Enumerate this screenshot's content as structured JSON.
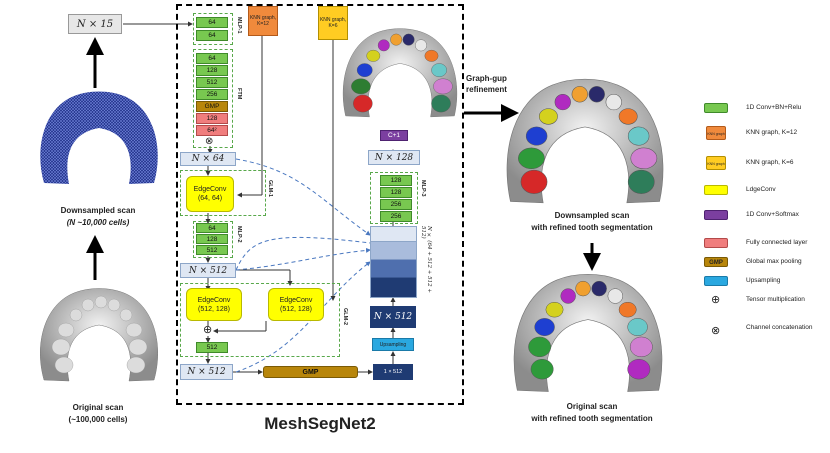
{
  "title": "MeshSegNet2",
  "left": {
    "top_tag": "N × 15",
    "downsampled_caption_1": "Downsampled scan",
    "downsampled_caption_2": "(N ~10,000 cells)",
    "original_caption_1": "Original scan",
    "original_caption_2": "(~100,000 cells)"
  },
  "right": {
    "arrow_label_1": "Graph-gup",
    "arrow_label_2": "refinement",
    "refined_caption_1": "Downsampled scan",
    "refined_caption_2": "with refined tooth segmentation",
    "original_caption_1": "Original scan",
    "original_caption_2": "with refined tooth segmentation"
  },
  "network": {
    "mlp1": {
      "label": "MLP-1",
      "layers": [
        "64",
        "64"
      ]
    },
    "ftm": {
      "label": "FTM",
      "layers": [
        "64",
        "128",
        "512",
        "256"
      ],
      "gmp": "GMP",
      "fc": [
        "128",
        "64²"
      ]
    },
    "knn12": "KNN graph, K=12",
    "knn6": "KNN graph, K=6",
    "tag_n64": "N × 64",
    "glm1": {
      "label": "GLM-1",
      "edgeconv": "EdgeConv",
      "dims": "(64, 64)"
    },
    "mlp2": {
      "label": "MLP-2",
      "layers": [
        "64",
        "128",
        "512"
      ]
    },
    "tag_n512_a": "N × 512",
    "glm2": {
      "label": "GLM-2",
      "edgeconv_a": "EdgeConv",
      "dims_a": "(512, 128)",
      "edgeconv_b": "EdgeConv",
      "dims_b": "(512, 128)",
      "out": "512"
    },
    "tag_n512_b": "N × 512",
    "gmp_bar": "GMP",
    "vec": "1 × 512",
    "upsampling": "Upsampling",
    "tag_n512_c": "N × 512",
    "concat_label": "N × (64 + 512 + 512 + 512)",
    "mlp3": {
      "label": "MLP-3",
      "layers": [
        "128",
        "128",
        "256",
        "256"
      ]
    },
    "tag_n128": "N × 128",
    "out_layer": "C+1"
  },
  "legend": [
    {
      "label": "1D Conv+BN+Relu",
      "color": "#78c850",
      "swatch": ""
    },
    {
      "label": "KNN graph, K=12",
      "color": "#f08a3c",
      "swatch": "KNN graph"
    },
    {
      "label": "KNN graph, K=6",
      "color": "#ffcc22",
      "swatch": "KNN graph"
    },
    {
      "label": "LdgeConv",
      "color": "#ffff00",
      "swatch": ""
    },
    {
      "label": "1D Conv+Softmax",
      "color": "#7b3fa0",
      "swatch": ""
    },
    {
      "label": "Fully connected layer",
      "color": "#f07d7d",
      "swatch": ""
    },
    {
      "label": "Global max pooling",
      "color": "#b8860b",
      "swatch": "GMP"
    },
    {
      "label": "Upsampling",
      "color": "#2aa8e0",
      "swatch": ""
    },
    {
      "label": "Tensor multiplication",
      "symbol": "⊕"
    },
    {
      "label": "Channel concatenation",
      "symbol": "⊗"
    }
  ]
}
